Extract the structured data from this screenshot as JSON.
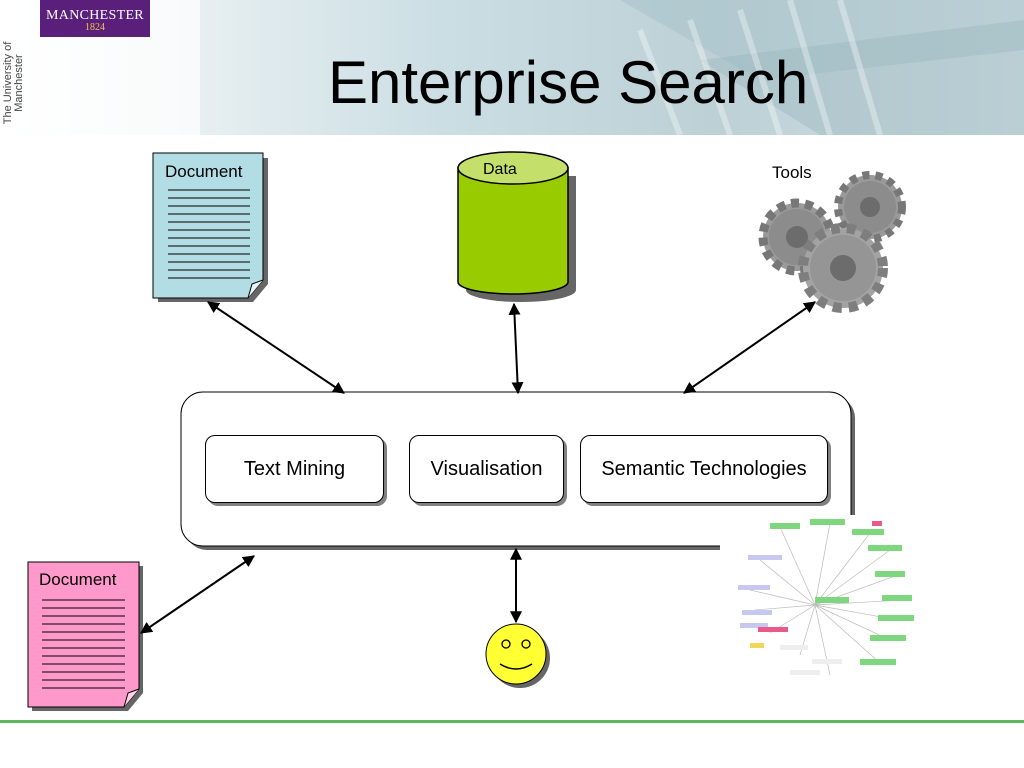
{
  "header": {
    "logo_text": "MANCHESTER",
    "logo_year": "1824",
    "university_text": "The University of Manchester",
    "title": "Enterprise Search"
  },
  "diagram": {
    "top_document_label": "Document",
    "data_label": "Data",
    "tools_label": "Tools",
    "bottom_document_label": "Document",
    "hub_items": [
      "Text Mining",
      "Visualisation",
      "Semantic Technologies"
    ]
  },
  "colors": {
    "document_top": "#b3dde4",
    "document_bottom": "#ff99cc",
    "data_cylinder": "#99cc00",
    "smiley": "#ffff33",
    "footer_line": "#5cb85c",
    "logo_purple": "#5a1f7a"
  },
  "icons": [
    "document-icon",
    "database-icon",
    "gears-icon",
    "smiley-icon",
    "mindmap-image"
  ]
}
